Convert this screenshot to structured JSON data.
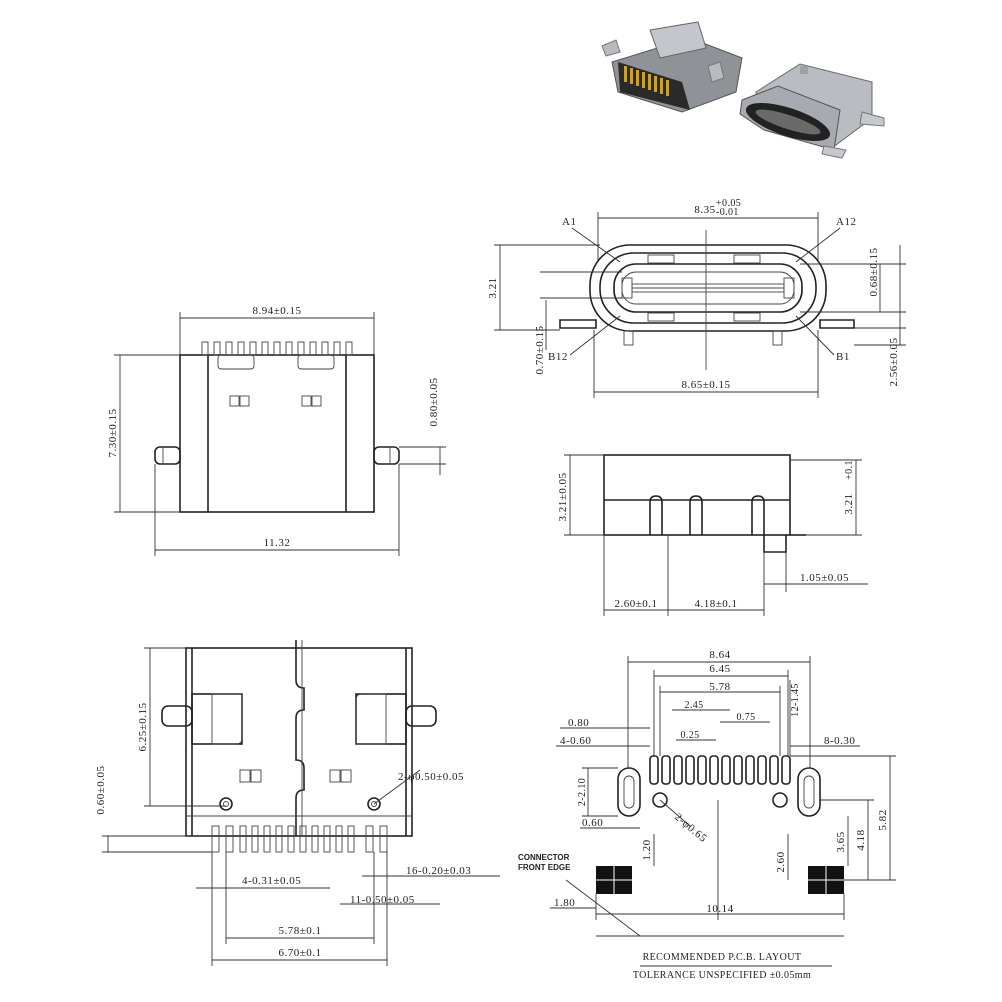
{
  "top_view": {
    "width_label": "8.94±0.15",
    "height_label": "7.30±0.15",
    "tab_label": "0.80±0.05",
    "overall_label": "11.32"
  },
  "front_view": {
    "width_label_main": "8.35",
    "width_tol_upper": "+0.05",
    "width_tol_lower": "-0.01",
    "pin_a1": "A1",
    "pin_a12": "A12",
    "pin_b12": "B12",
    "pin_b1": "B1",
    "height_label": "3.21",
    "right_upper_label": "0.68±0.15",
    "right_lower_label": "2.56±0.05",
    "left_lower_label": "0.70±0.15",
    "bottom_label": "8.65±0.15"
  },
  "side_view": {
    "left_height_label": "3.21±0.05",
    "right_height_label_main": "3.21",
    "right_height_tol": "+0.1",
    "lead_label": "1.05±0.05",
    "offset_label": "2.60±0.1",
    "pitch_label": "4.18±0.1"
  },
  "bottom_view": {
    "height_label": "6.25±0.15",
    "hole_label": "2-φ0.50±0.05",
    "tab_label": "0.60±0.05",
    "pin_width_label": "4-0.31±0.05",
    "signal_width_label": "16-0.20±0.03",
    "pitch_label": "11-0.50±0.05",
    "span_inner_label": "5.78±0.1",
    "span_outer_label": "6.70±0.1"
  },
  "pcb_layout": {
    "dims_top": [
      "8.64",
      "6.45",
      "5.78",
      "2.45",
      "0.75",
      "0.25",
      "12-1.45"
    ],
    "left_labels": [
      "0.80",
      "4-0.60",
      "2-2.10",
      "0.60",
      "1.80"
    ],
    "right_labels": [
      "8-0.30",
      "5.82",
      "4.18",
      "3.65",
      "2.60"
    ],
    "hole_label": "2-φ0.65",
    "pad_label": "1.20",
    "bottom_label": "10.14",
    "edge_note_line1": "CONNECTOR",
    "edge_note_line2": "FRONT EDGE",
    "title": "RECOMMENDED P.C.B. LAYOUT",
    "tolerance": "TOLERANCE UNSPECIFIED ±0.05mm"
  }
}
